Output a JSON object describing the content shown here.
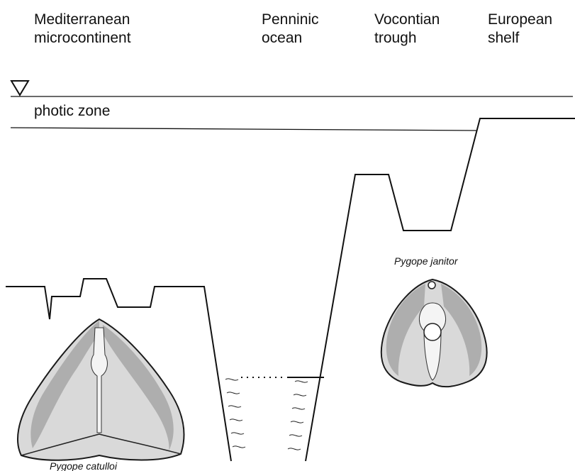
{
  "regions": {
    "mediterranean": [
      "Mediterranean",
      "microcontinent"
    ],
    "penninic": [
      "Penninic",
      "ocean"
    ],
    "vocontian": [
      "Vocontian",
      "trough"
    ],
    "european": [
      "European",
      "shelf"
    ]
  },
  "zones": {
    "photic": "photic zone"
  },
  "fossils": {
    "janitor": "Pygope janitor",
    "catulloi": "Pygope catulloi"
  },
  "icons": {
    "sea_level": "sea-level-triangle-icon"
  }
}
